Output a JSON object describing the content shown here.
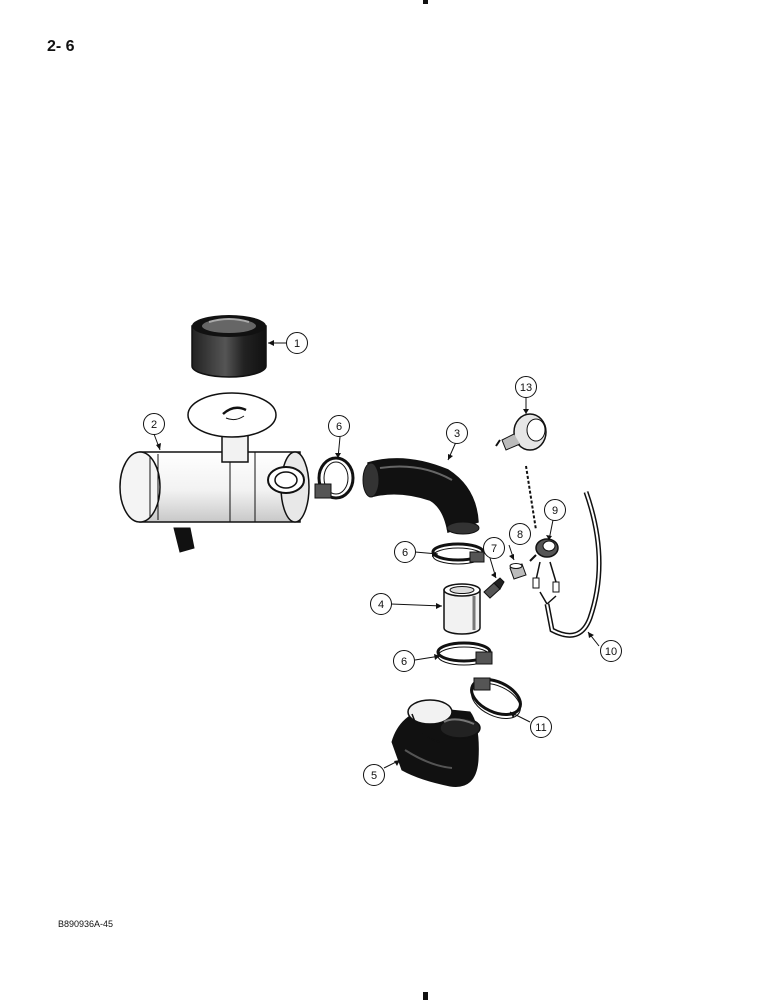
{
  "page": {
    "number": "2- 6",
    "figure_code": "B890936A-45"
  },
  "callouts": [
    {
      "id": "1",
      "part": "precleaner-cap"
    },
    {
      "id": "2",
      "part": "air-cleaner-housing"
    },
    {
      "id": "3",
      "part": "intake-hose"
    },
    {
      "id": "4",
      "part": "tube"
    },
    {
      "id": "5",
      "part": "elbow-hose"
    },
    {
      "id": "6",
      "part": "hose-clamp"
    },
    {
      "id": "6",
      "part": "hose-clamp"
    },
    {
      "id": "6",
      "part": "hose-clamp"
    },
    {
      "id": "7",
      "part": "fitting"
    },
    {
      "id": "8",
      "part": "adapter"
    },
    {
      "id": "9",
      "part": "restriction-switch"
    },
    {
      "id": "10",
      "part": "wire-harness"
    },
    {
      "id": "11",
      "part": "hose-clamp"
    },
    {
      "id": "13",
      "part": "restriction-indicator"
    }
  ]
}
